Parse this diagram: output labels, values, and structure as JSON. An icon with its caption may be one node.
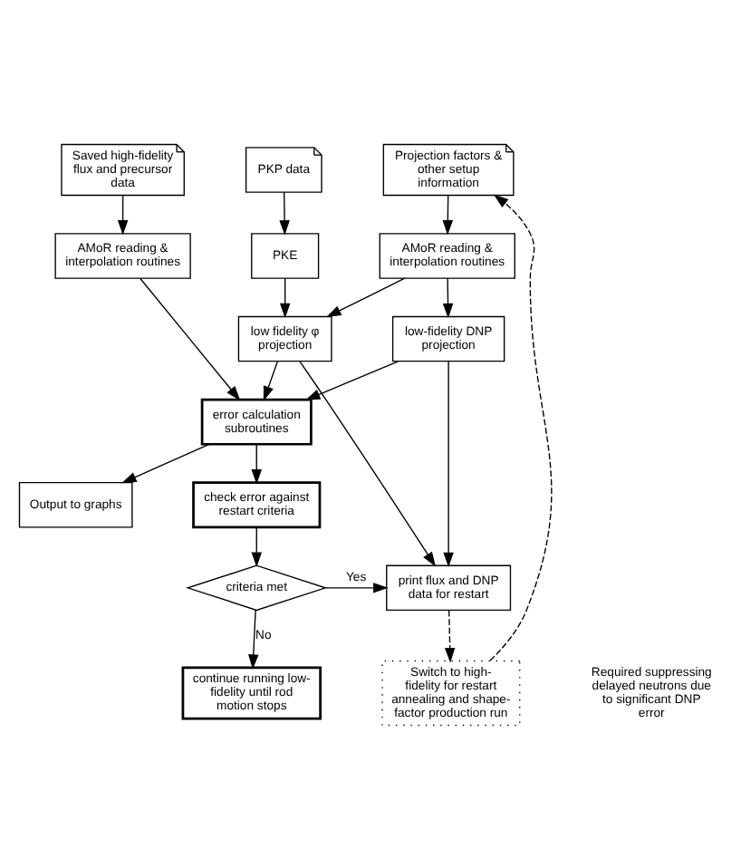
{
  "diagram": {
    "nodes": [
      {
        "text": [
          "Saved high-fidelity flux and precursor data"
        ]
      },
      {
        "text": [
          "PKP data"
        ]
      },
      {
        "text": [
          "Projection factors & other setup information"
        ]
      },
      {
        "text": [
          "AMoR reading & interpolation routines"
        ]
      },
      {
        "text": [
          "PKE"
        ]
      },
      {
        "text": [
          "AMoR reading & interpolation routines"
        ]
      },
      {
        "text": [
          "low fidelity φ projection"
        ]
      },
      {
        "text": [
          "low-fidelity DNP projection"
        ]
      },
      {
        "text": [
          "error calculation subroutines"
        ]
      },
      {
        "text": [
          "Output to graphs"
        ]
      },
      {
        "text": [
          "check error against restart criteria"
        ]
      },
      {
        "text": [
          "criteria met"
        ]
      },
      {
        "text": [
          "print flux and DNP data for restart"
        ]
      },
      {
        "text": [
          "continue running low-fidelity until rod motion stops"
        ]
      },
      {
        "text": [
          "Switch to high-fidelity for restart annealing and shape-factor production run"
        ]
      }
    ],
    "edges": [
      {
        "from": 0,
        "to": 3,
        "arrow": "to"
      },
      {
        "from": 1,
        "to": 4,
        "arrow": "to"
      },
      {
        "from": 2,
        "to": 5,
        "arrow": "to"
      },
      {
        "from": 4,
        "to": 6,
        "arrow": "to"
      },
      {
        "from": 5,
        "to": 6,
        "arrow": "to"
      },
      {
        "from": 5,
        "to": 7,
        "arrow": "to"
      },
      {
        "from": 3,
        "to": 8,
        "arrow": "to"
      },
      {
        "from": 6,
        "to": 8,
        "arrow": "to"
      },
      {
        "from": 7,
        "to": 8,
        "arrow": "to"
      },
      {
        "from": 8,
        "to": 9,
        "arrow": "to"
      },
      {
        "from": 8,
        "to": 10,
        "arrow": "to"
      },
      {
        "from": 6,
        "to": 12,
        "arrow": "to"
      },
      {
        "from": 7,
        "to": 12,
        "arrow": "to"
      },
      {
        "from": 10,
        "to": 11,
        "arrow": "to"
      },
      {
        "from": 11,
        "to": 12,
        "arrow": "to",
        "label": "Yes"
      },
      {
        "from": 11,
        "to": 13,
        "arrow": "to",
        "label": "No"
      },
      {
        "from": 12,
        "to": 14,
        "arrow": "to",
        "style": "dashed"
      },
      {
        "from": 14,
        "to": 2,
        "arrow": "to",
        "style": "dashed"
      }
    ],
    "labels": [
      "Required suppressing delayed neutrons due to significant DNP error"
    ]
  }
}
